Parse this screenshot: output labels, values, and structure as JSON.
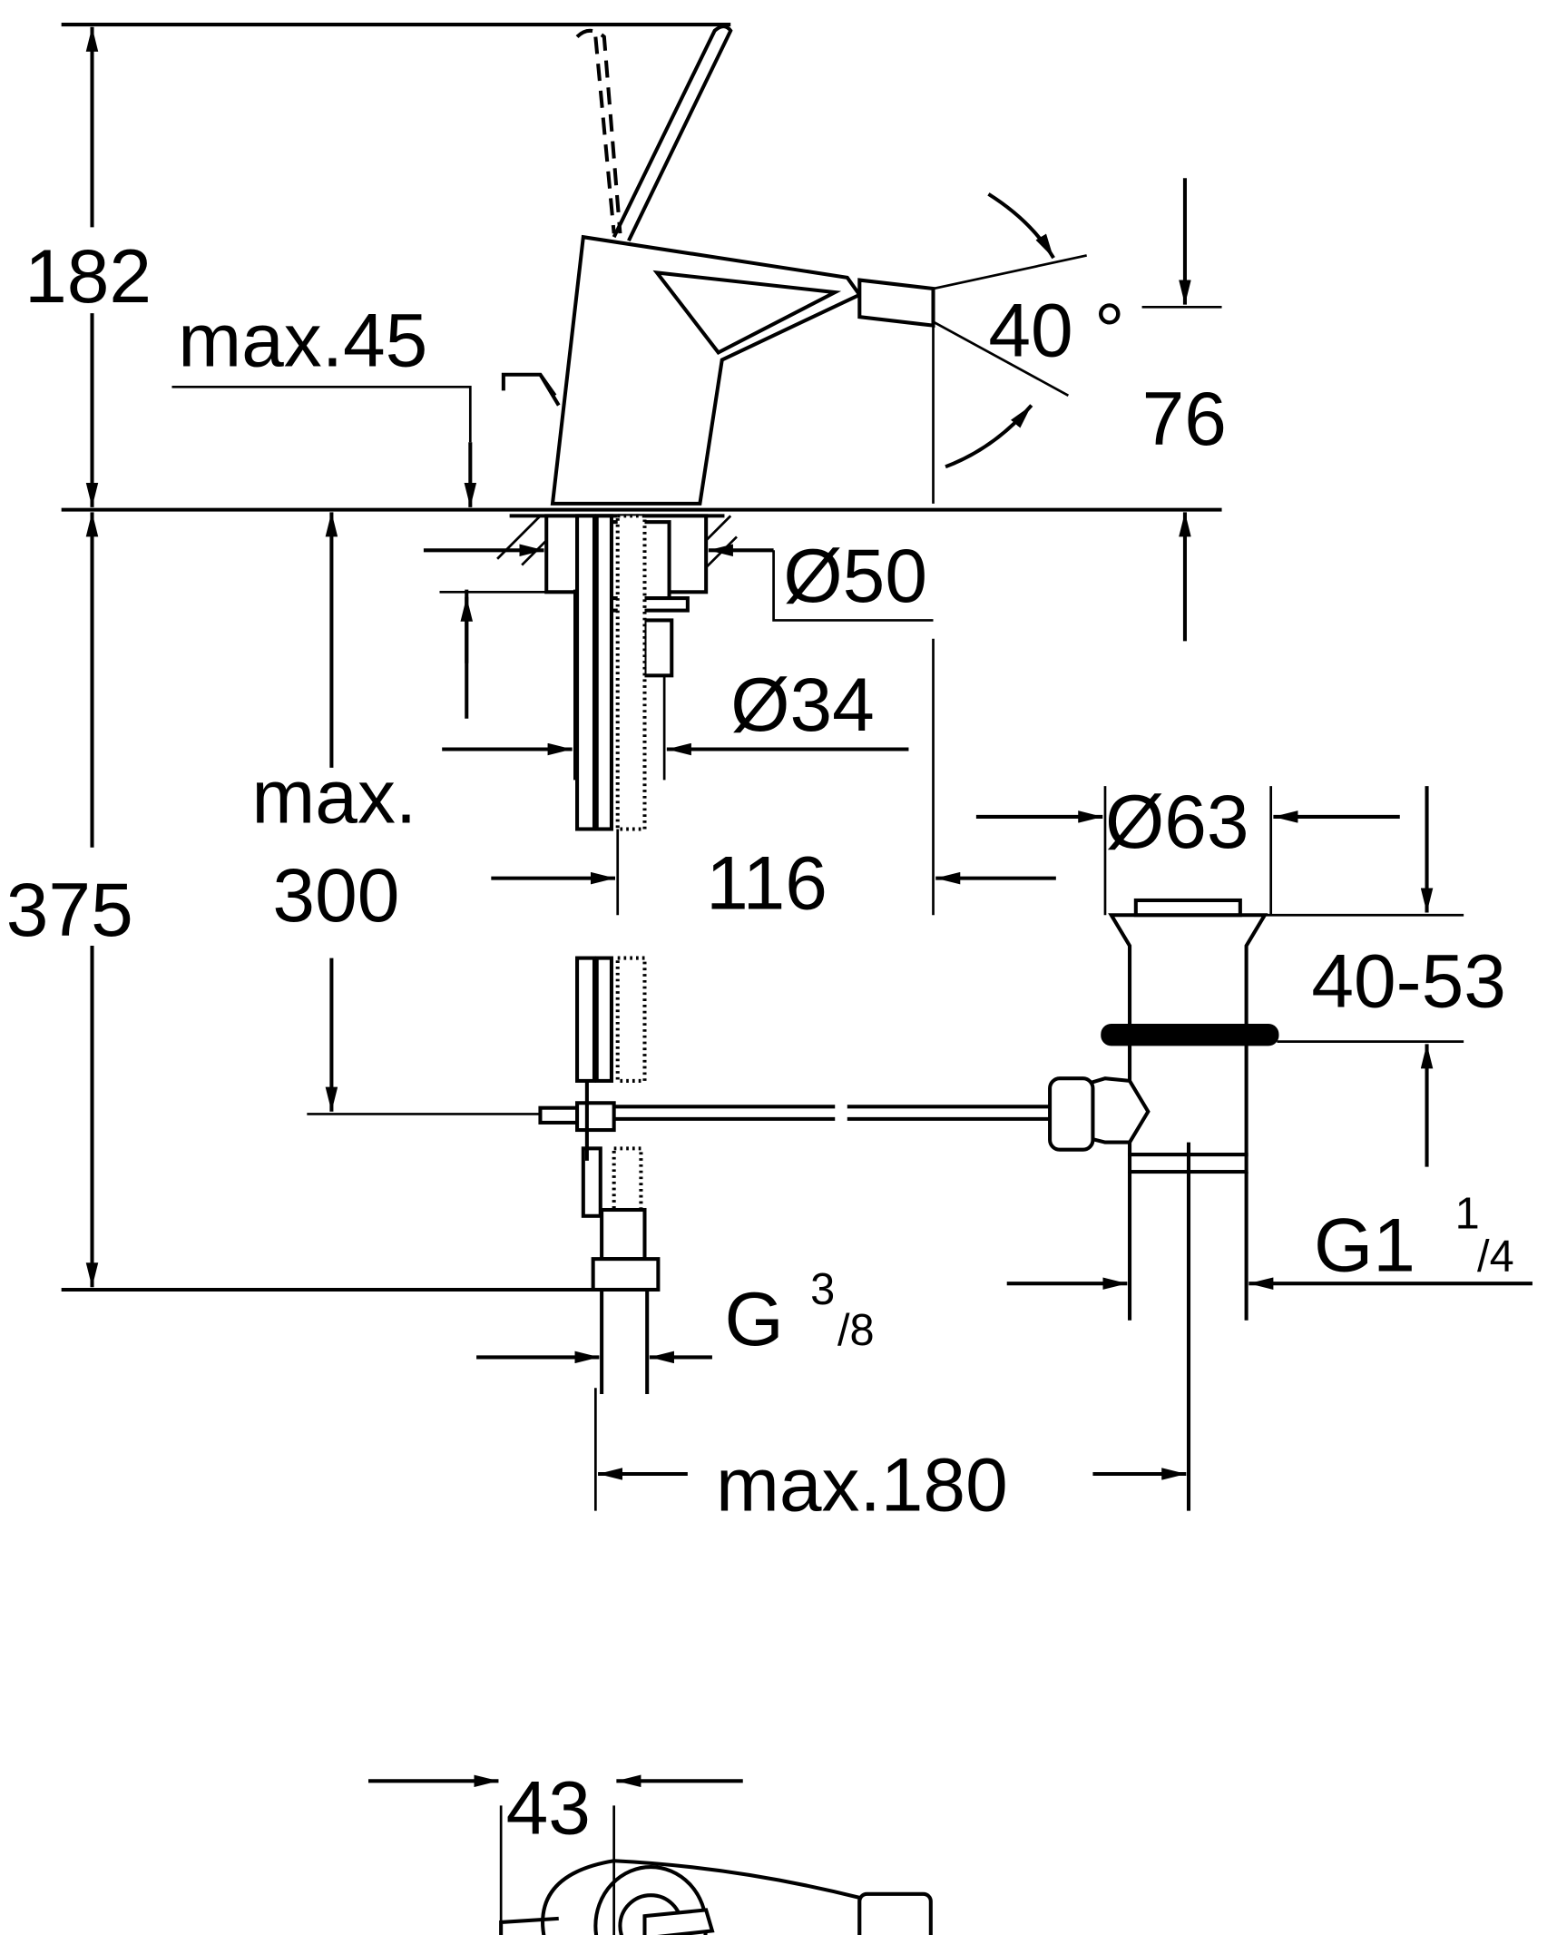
{
  "drawing": {
    "title": "Bidet mixer dimension drawing",
    "colors": {
      "line": "#000000",
      "background": "#ffffff"
    },
    "dimensions": {
      "height_above_deck": "182",
      "deck_thickness": "max.45",
      "spout_angle": "40 °",
      "spout_height": "76",
      "base_diameter": "Ø50",
      "hole_diameter": "Ø34",
      "max_label": "max.",
      "hose_length": "300",
      "projection": "116",
      "below_deck": "375",
      "waste_diameter": "Ø63",
      "waste_range": "40-53",
      "waste_thread_main": "G1",
      "waste_thread_num": "1",
      "waste_thread_den": "/4",
      "inlet_thread_main": "G",
      "inlet_thread_num": "3",
      "inlet_thread_den": "/8",
      "waste_distance": "max.180",
      "top_view_width": "43"
    }
  }
}
